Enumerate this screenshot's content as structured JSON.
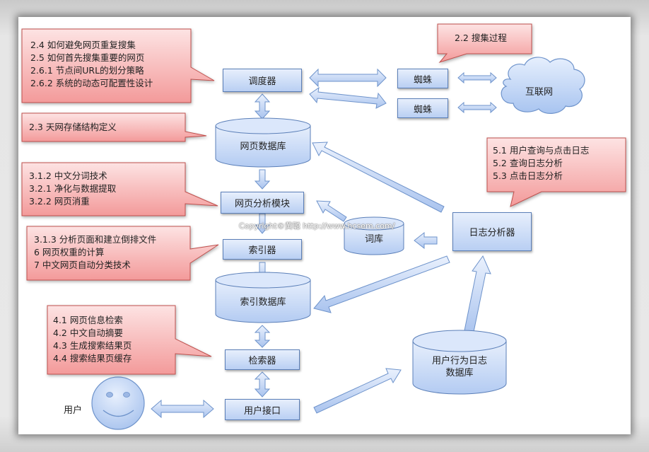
{
  "nodes": {
    "scheduler": "调度器",
    "spider_1": "蜘蛛",
    "spider_2": "蜘蛛",
    "internet": "互联网",
    "page_db": "网页数据库",
    "page_analysis": "网页分析模块",
    "lexicon": "词库",
    "indexer": "索引器",
    "index_db": "索引数据库",
    "retriever": "检索器",
    "user_interface": "用户接口",
    "user": "用户",
    "log_analyzer": "日志分析器",
    "user_log_db_line1": "用户行为日志",
    "user_log_db_line2": "数据库"
  },
  "callouts": {
    "scheduler": [
      "2.4 如何避免网页重复搜集",
      "2.5 如何首先搜集重要的网页",
      "2.6.1 节点间URL的划分策略",
      "2.6.2 系统的动态可配置性设计"
    ],
    "crawl": [
      "2.2 搜集过程"
    ],
    "storage": [
      "2.3 天网存储结构定义"
    ],
    "analysis": [
      "3.1.2 中文分词技术",
      "3.2.1 净化与数据提取",
      "3.2.2 网页消重"
    ],
    "indexing": [
      "3.1.3 分析页面和建立倒排文件",
      "6 网页权重的计算",
      "7 中文网页自动分类技术"
    ],
    "retrieval": [
      "4.1 网页信息检索",
      "4.2 中文自动摘要",
      "4.3 生成搜索结果页",
      "4.4 搜索结果页缓存"
    ],
    "logs": [
      "5.1 用户查询与点击日志",
      "5.2 查询日志分析",
      "5.3 点击日志分析"
    ]
  },
  "watermark": "Copyright©黄聪 http://www.hcsem.com/",
  "colors": {
    "node_fill_top": "#e7effc",
    "node_fill_bottom": "#b9cff3",
    "node_border": "#5b7fb8",
    "callout_fill_top": "#fde2e2",
    "callout_fill_bottom": "#f49a9a",
    "callout_border": "#c0504d"
  }
}
